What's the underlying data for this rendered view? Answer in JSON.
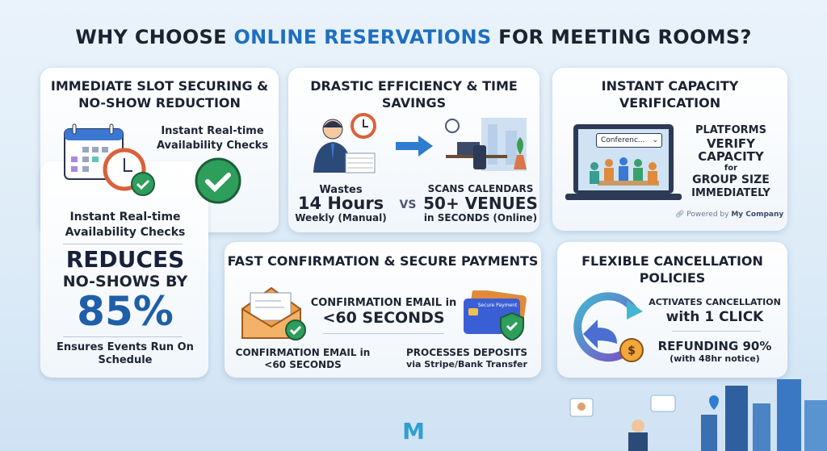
{
  "title": {
    "pre": "WHY CHOOSE ",
    "highlight": "ONLINE RESERVATIONS",
    "post": " FOR MEETING ROOMS?"
  },
  "card1": {
    "heading": "IMMEDIATE SLOT SECURING & NO-SHOW REDUCTION",
    "check_label": "Instant Real-time Availability Checks",
    "subtitle": "Instant Real-time Availability Checks",
    "stat_line1": "REDUCES",
    "stat_line2": "NO-SHOWS BY",
    "stat_value": "85%",
    "footer": "Ensures Events Run On Schedule"
  },
  "card2": {
    "heading": "DRASTIC EFFICIENCY & TIME SAVINGS",
    "left_top": "Wastes",
    "left_value": "14 Hours",
    "left_bottom": "Weekly (Manual)",
    "vs": "VS",
    "right_top": "SCANS CALENDARS",
    "right_value": "50+ VENUES",
    "right_bottom": "in SECONDS (Online)"
  },
  "card3": {
    "heading": "INSTANT CAPACITY VERIFICATION",
    "dropdown": "Conferenc...",
    "l1": "PLATFORMS",
    "l2": "VERIFY",
    "l3": "CAPACITY",
    "l4": "for",
    "l5": "GROUP SIZE",
    "l6": "IMMEDIATELY",
    "powered_pre": "Powered by ",
    "powered_brand": "My Company"
  },
  "card4": {
    "heading": "FAST CONFIRMATION & SECURE PAYMENTS",
    "center_top": "CONFIRMATION EMAIL in",
    "center_value": "<60 SECONDS",
    "card_label": "Secure Payment",
    "left_bottom": "CONFIRMATION EMAIL in <60 SECONDS",
    "right_bottom_1": "PROCESSES DEPOSITS",
    "right_bottom_2": "via Stripe/Bank Transfer"
  },
  "card5": {
    "heading": "FLEXIBLE CANCELLATION POLICIES",
    "l1": "ACTIVATES CANCELLATION",
    "l2": "with 1 CLICK",
    "l3": "REFUNDING 90%",
    "l4": "(with 48hr notice)"
  },
  "logo": "M",
  "colors": {
    "accent": "#1f6fc0",
    "check": "#2e9e5b",
    "orange": "#f0a04b",
    "dark": "#1b2232"
  }
}
